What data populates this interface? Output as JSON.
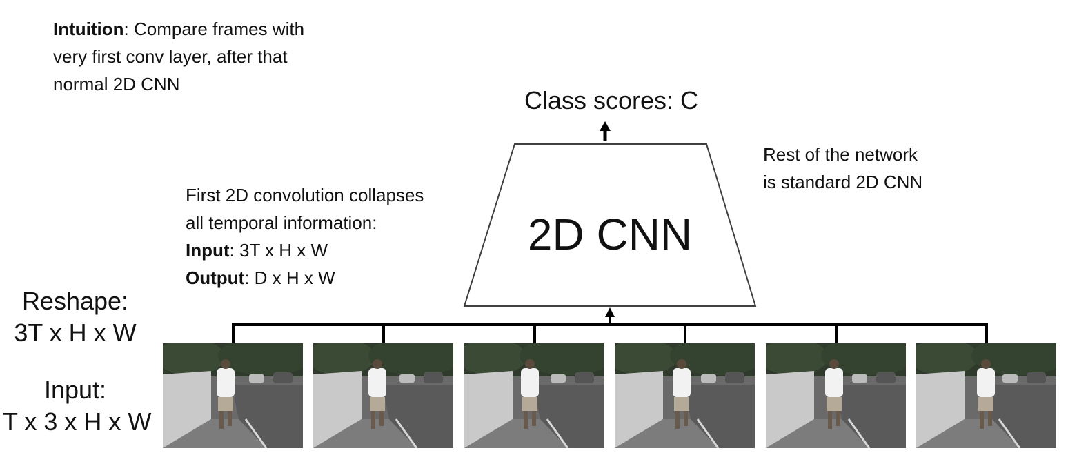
{
  "intuition": {
    "bold": "Intuition",
    "rest": ": Compare frames with",
    "line2": "very first conv layer, after that",
    "line3": "normal 2D CNN"
  },
  "collapse_note": {
    "line1": "First 2D convolution collapses",
    "line2": "all temporal information:",
    "input_bold": "Input",
    "input_rest": ": 3T x H x W",
    "output_bold": "Output",
    "output_rest": ": D x H x W"
  },
  "rest_note": {
    "line1": "Rest of the network",
    "line2": "is standard 2D CNN"
  },
  "class_scores": "Class scores: C",
  "cnn_label": "2D CNN",
  "reshape": {
    "line1": "Reshape:",
    "line2": "3T x H x W"
  },
  "input": {
    "line1": "Input:",
    "line2": "T x 3 x H x W"
  },
  "frames": [
    {
      "name": "video-frame-1"
    },
    {
      "name": "video-frame-2"
    },
    {
      "name": "video-frame-3"
    },
    {
      "name": "video-frame-4"
    },
    {
      "name": "video-frame-5"
    },
    {
      "name": "video-frame-6"
    }
  ]
}
